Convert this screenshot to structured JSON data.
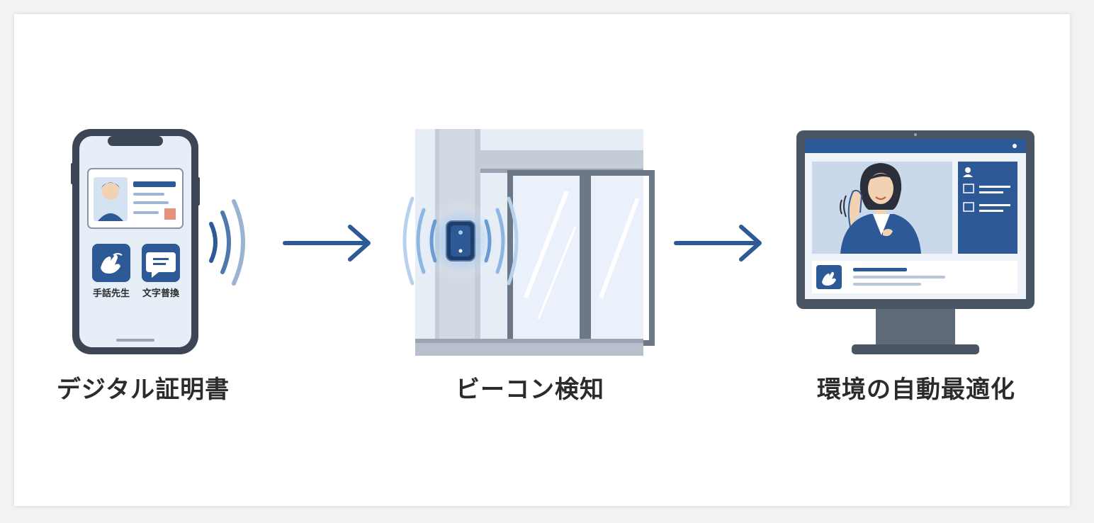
{
  "steps": [
    {
      "label": "デジタル証明書",
      "apps": [
        {
          "icon": "sign-language-icon",
          "label": "手話先生"
        },
        {
          "icon": "chat-icon",
          "label": "文字普換"
        }
      ]
    },
    {
      "label": "ビーコン検知"
    },
    {
      "label": "環境の自動最適化"
    }
  ],
  "colors": {
    "primary": "#2d5a96",
    "light_blue": "#dce7f5",
    "frame": "#4a5563",
    "text": "#2b2b2b",
    "glow": "#7fb6ee"
  }
}
